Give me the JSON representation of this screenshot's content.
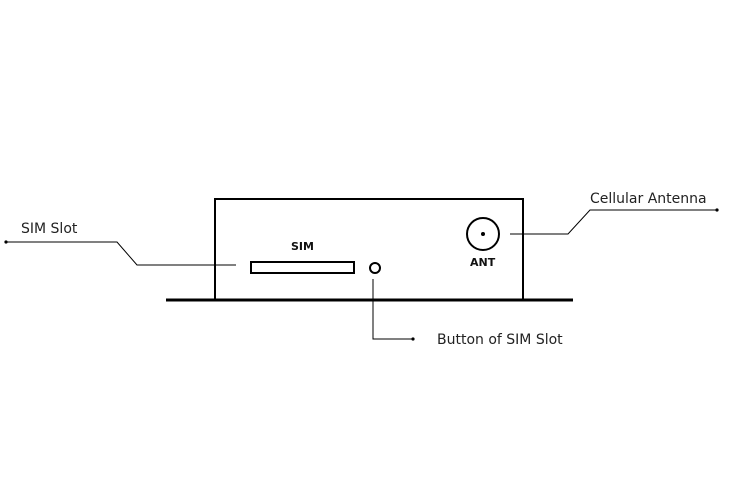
{
  "callouts": {
    "sim_slot": "SIM Slot",
    "cellular_antenna": "Cellular Antenna",
    "sim_button": "Button of SIM Slot"
  },
  "device": {
    "sim_label": "SIM",
    "antenna_label": "ANT"
  },
  "colors": {
    "line": "#000000",
    "text": "#222222"
  }
}
